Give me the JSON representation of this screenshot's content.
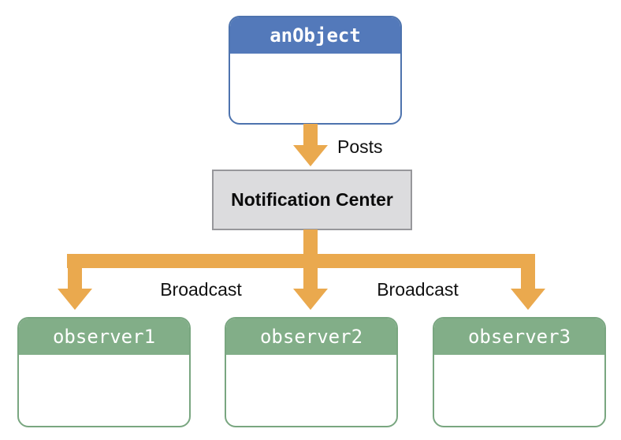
{
  "colors": {
    "background": "#FFFFFF",
    "object-header": "#5379BA",
    "object-border": "#4D73AE",
    "observer-header": "#82AE88",
    "observer-border": "#79A680",
    "arrow": "#EAA94E",
    "center-fill": "#DCDCDE",
    "center-border": "#97979B",
    "label-text": "#111111",
    "header-text": "#FFFFFF"
  },
  "diagram": {
    "object_box": {
      "title": "anObject"
    },
    "posts_arrow_label": "Posts",
    "notification_center": {
      "title": "Notification Center"
    },
    "broadcast_labels": [
      "Broadcast",
      "Broadcast"
    ],
    "observer_boxes": [
      {
        "title": "observer1"
      },
      {
        "title": "observer2"
      },
      {
        "title": "observer3"
      }
    ]
  }
}
